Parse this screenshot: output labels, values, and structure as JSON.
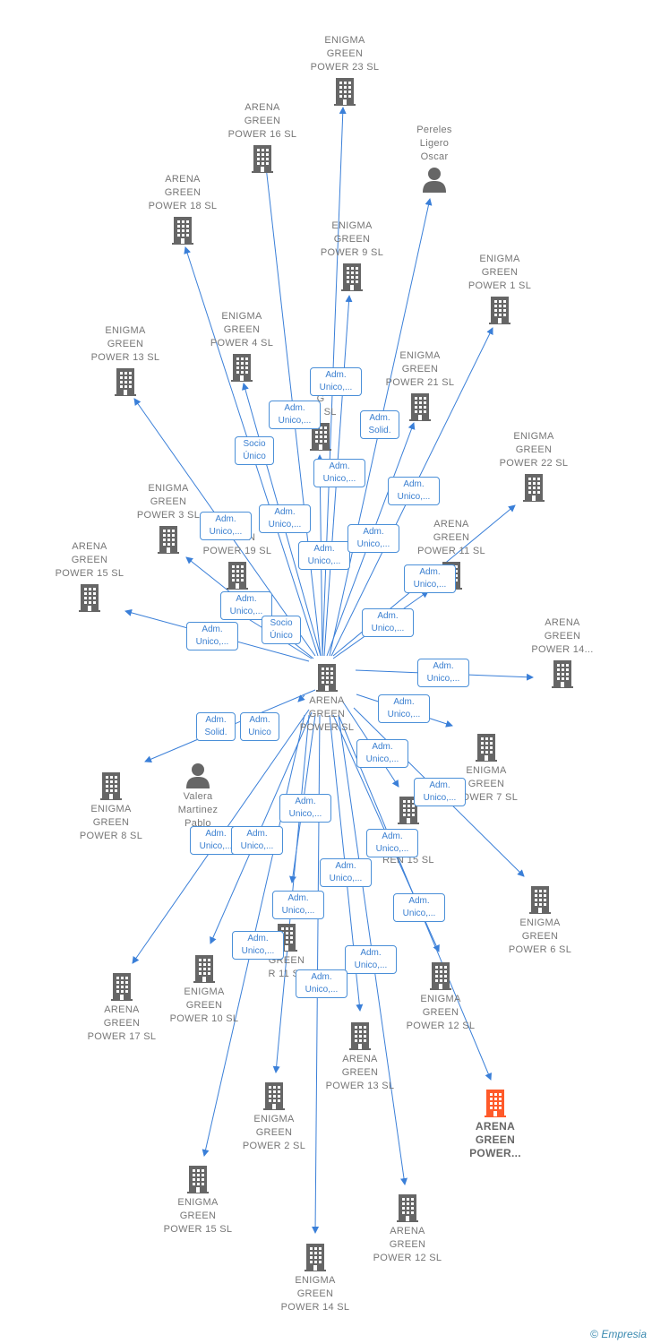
{
  "center": {
    "id": "c",
    "label": "ARENA\nGREEN\nPOWER  SL",
    "icon": "building-icon"
  },
  "nodes": [
    {
      "id": "n1",
      "label": "ENIGMA\nGREEN\nPOWER 23  SL",
      "kind": "company"
    },
    {
      "id": "n2",
      "label": "ARENA\nGREEN\nPOWER 16  SL",
      "kind": "company"
    },
    {
      "id": "n3",
      "label": "Pereles\nLigero\nOscar",
      "kind": "person"
    },
    {
      "id": "n4",
      "label": "ARENA\nGREEN\nPOWER 18  SL",
      "kind": "company"
    },
    {
      "id": "n5",
      "label": "ENIGMA\nGREEN\nPOWER 9  SL",
      "kind": "company"
    },
    {
      "id": "n6",
      "label": "ENIGMA\nGREEN\nPOWER 1  SL",
      "kind": "company"
    },
    {
      "id": "n7",
      "label": "ENIGMA\nGREEN\nPOWER 4  SL",
      "kind": "company"
    },
    {
      "id": "n8",
      "label": "ENIGMA\nGREEN\nPOWER 13  SL",
      "kind": "company"
    },
    {
      "id": "n9",
      "label": "ENIGMA\nGREEN\nPOWER 21  SL",
      "kind": "company"
    },
    {
      "id": "n10",
      "label": "EN\nG\nR 5  SL",
      "kind": "company"
    },
    {
      "id": "n11",
      "label": "ENIGMA\nGREEN\nPOWER 22  SL",
      "kind": "company"
    },
    {
      "id": "n12",
      "label": "ENIGMA\nGREEN\nPOWER 3  SL",
      "kind": "company"
    },
    {
      "id": "n13",
      "label": "ARENA\nGREEN\nPOWER 11  SL",
      "kind": "company"
    },
    {
      "id": "n14",
      "label": "ARENA\nGREEN\nPOWER 15  SL",
      "kind": "company"
    },
    {
      "id": "n15",
      "label": "GREEN\nPOWER 19  SL",
      "kind": "company"
    },
    {
      "id": "n16",
      "label": "ARENA\nGREEN\nPOWER 14...",
      "kind": "company"
    },
    {
      "id": "n17",
      "label": "ENIGMA\nGREEN\nPOWER 7  SL",
      "kind": "company"
    },
    {
      "id": "n18",
      "label": "ENIGMA\nGREEN\nPOWER 8  SL",
      "kind": "company"
    },
    {
      "id": "n19",
      "label": "Valera\nMartinez\nPablo",
      "kind": "person"
    },
    {
      "id": "n20",
      "label": "K\nR\nREN 15  SL",
      "kind": "company"
    },
    {
      "id": "n21",
      "label": "ENIGMA\nGREEN\nPOWER 6  SL",
      "kind": "company"
    },
    {
      "id": "n22",
      "label": "ARENA\nGREEN\nPOWER 17  SL",
      "kind": "company"
    },
    {
      "id": "n23",
      "label": "ENIGMA\nGREEN\nPOWER 10  SL",
      "kind": "company"
    },
    {
      "id": "n24",
      "label": "GREEN\nR 11  SL",
      "kind": "company"
    },
    {
      "id": "n25",
      "label": "ENIGMA\nGREEN\nPOWER 12  SL",
      "kind": "company"
    },
    {
      "id": "n26",
      "label": "ARENA\nGREEN\nPOWER 13  SL",
      "kind": "company"
    },
    {
      "id": "n27",
      "label": "ARENA\nGREEN\nPOWER...",
      "kind": "highlight"
    },
    {
      "id": "n28",
      "label": "ENIGMA\nGREEN\nPOWER 2  SL",
      "kind": "company"
    },
    {
      "id": "n29",
      "label": "ENIGMA\nGREEN\nPOWER 15  SL",
      "kind": "company"
    },
    {
      "id": "n30",
      "label": "ARENA\nGREEN\nPOWER 12  SL",
      "kind": "company"
    },
    {
      "id": "n31",
      "label": "ENIGMA\nGREEN\nPOWER 14  SL",
      "kind": "company"
    }
  ],
  "relations": [
    {
      "id": "r1",
      "label": "Adm.\nUnico,..."
    },
    {
      "id": "r2",
      "label": "Adm.\nUnico,..."
    },
    {
      "id": "r3",
      "label": "Adm.\nSolid."
    },
    {
      "id": "r4",
      "label": "Socio\nÚnico"
    },
    {
      "id": "r5",
      "label": "Adm.\nUnico,..."
    },
    {
      "id": "r6",
      "label": "Adm.\nUnico,..."
    },
    {
      "id": "r7",
      "label": "Adm.\nUnico,..."
    },
    {
      "id": "r8",
      "label": "Adm.\nUnico,..."
    },
    {
      "id": "r9",
      "label": "Adm.\nUnico,..."
    },
    {
      "id": "r10",
      "label": "Adm.\nUnico,..."
    },
    {
      "id": "r11",
      "label": "Adm.\nUnico,..."
    },
    {
      "id": "r12",
      "label": "Adm.\nUnico,..."
    },
    {
      "id": "r13",
      "label": "Adm.\nUnico,..."
    },
    {
      "id": "r14",
      "label": "Adm.\nUnico,..."
    },
    {
      "id": "r15",
      "label": "Socio\nÚnico"
    },
    {
      "id": "r16",
      "label": "Adm.\nUnico,..."
    },
    {
      "id": "r17",
      "label": "Adm.\nUnico,..."
    },
    {
      "id": "r18",
      "label": "Adm.\nUnico,..."
    },
    {
      "id": "r19",
      "label": "Adm.\nUnico,..."
    },
    {
      "id": "r20",
      "label": "Adm.\nSolid."
    },
    {
      "id": "r21",
      "label": "Adm.\nUnico"
    },
    {
      "id": "r22",
      "label": "Adm.\nUnico,..."
    },
    {
      "id": "r23",
      "label": "Adm.\nUnico,..."
    },
    {
      "id": "r24",
      "label": "Adm.\nUnico,..."
    },
    {
      "id": "r25",
      "label": "Adm.\nUnico,..."
    },
    {
      "id": "r26",
      "label": "Adm.\nUnico,..."
    },
    {
      "id": "r27",
      "label": "Adm.\nUnico,..."
    },
    {
      "id": "r28",
      "label": "Adm.\nUnico,..."
    },
    {
      "id": "r29",
      "label": "Adm.\nUnico,..."
    },
    {
      "id": "r30",
      "label": "Adm.\nUnico,..."
    },
    {
      "id": "r31",
      "label": "Adm.\nUnico,..."
    }
  ],
  "colors": {
    "edge": "#3a7fd8",
    "icon": "#666666",
    "highlight": "#ff5a2a",
    "text": "#777777"
  },
  "brand": {
    "symbol": "©",
    "name": "Empresia"
  }
}
